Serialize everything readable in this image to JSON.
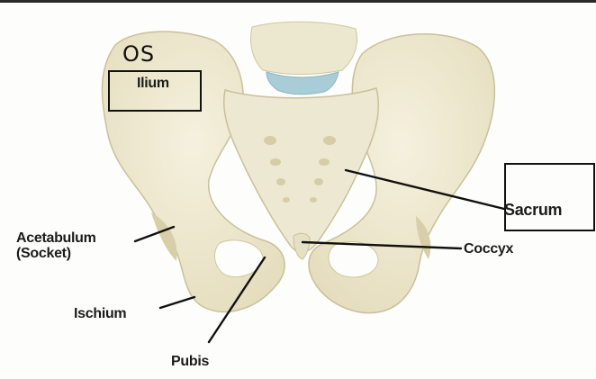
{
  "labels": {
    "handwritten": "OS",
    "ilium": "Ilium",
    "sacrum": "Sacrum",
    "acetabulum_line1": "Acetabulum",
    "acetabulum_line2": "(Socket)",
    "coccyx": "Coccyx",
    "ischium": "Ischium",
    "pubis": "Pubis"
  },
  "colors": {
    "bone_fill": "#ece7cf",
    "bone_shade": "#d9d1ad",
    "bone_outline": "#c9c09a",
    "cartilage": "#a9cdd6",
    "line": "#111111"
  }
}
